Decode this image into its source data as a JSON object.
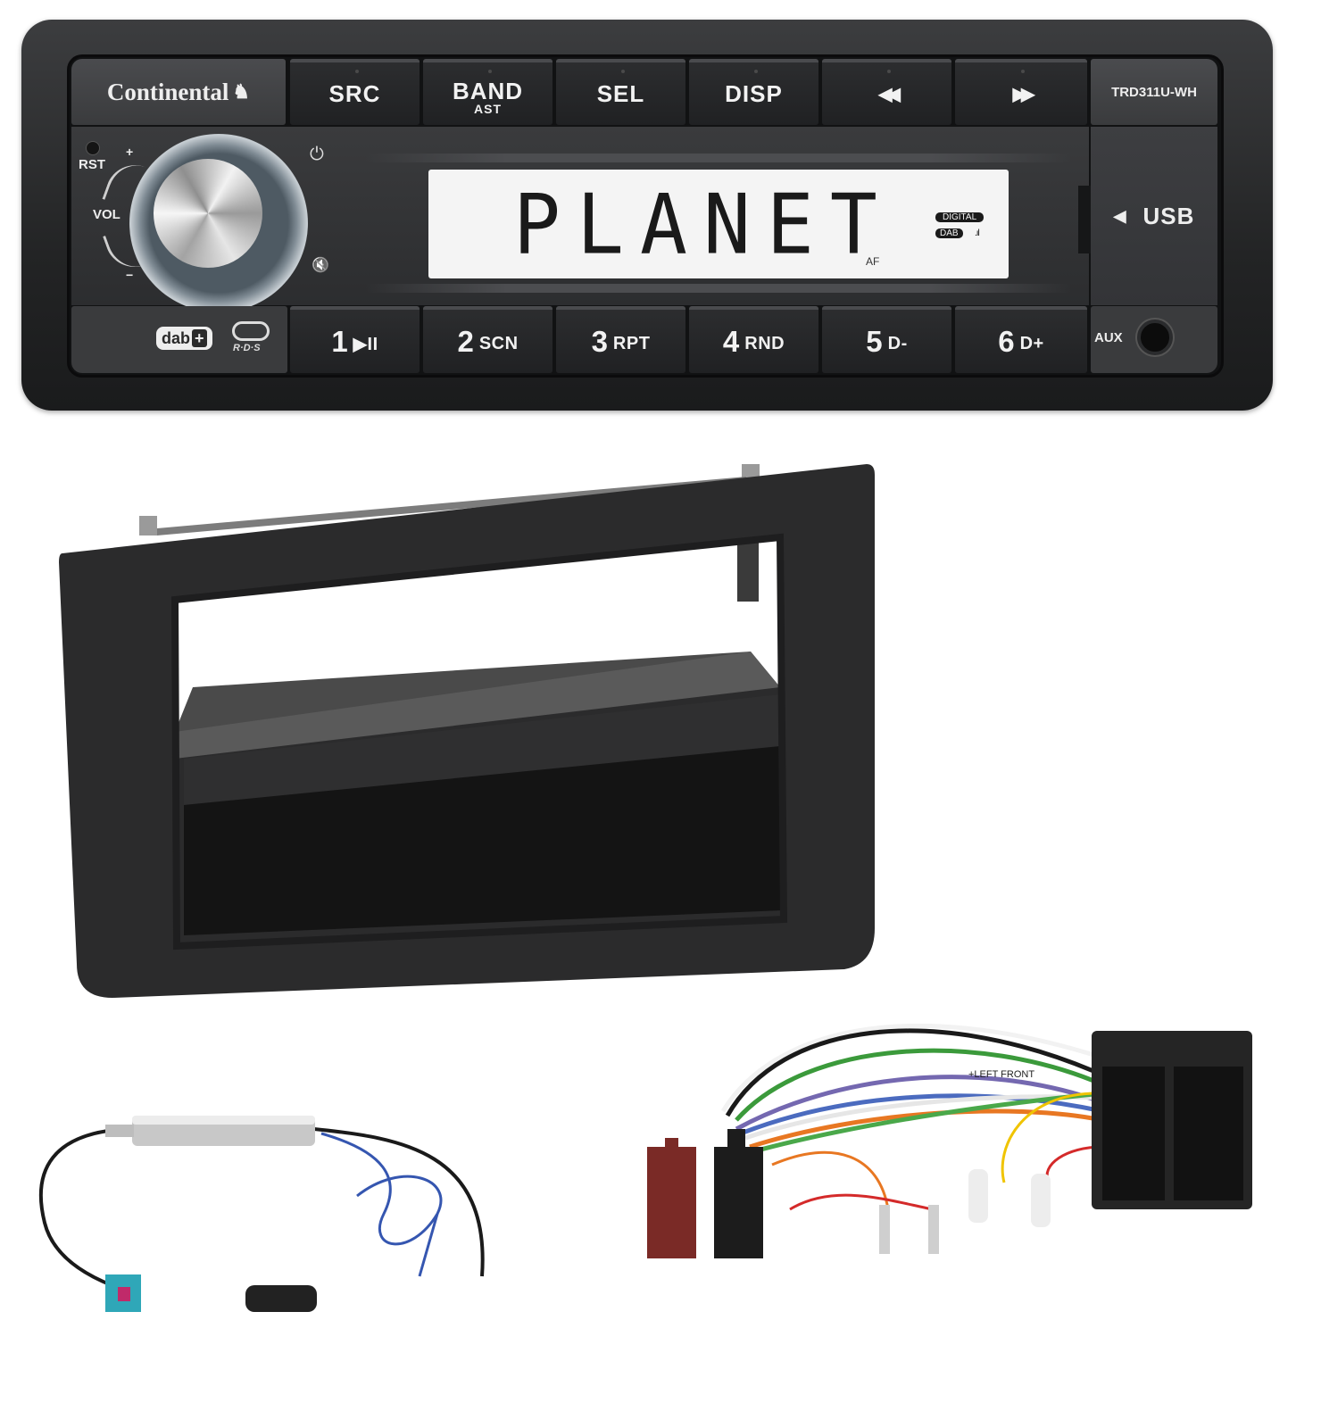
{
  "radio": {
    "brand": "Continental",
    "model": "TRD311U-WH",
    "top_buttons": [
      {
        "label": "SRC",
        "sub": ""
      },
      {
        "label": "BAND",
        "sub": "AST"
      },
      {
        "label": "SEL",
        "sub": ""
      },
      {
        "label": "DISP",
        "sub": ""
      },
      {
        "label": "◀◀",
        "sub": ""
      },
      {
        "label": "▶▶",
        "sub": ""
      }
    ],
    "preset_buttons": [
      {
        "num": "1",
        "sub": "▶II"
      },
      {
        "num": "2",
        "sub": "SCN"
      },
      {
        "num": "3",
        "sub": "RPT"
      },
      {
        "num": "4",
        "sub": "RND"
      },
      {
        "num": "5",
        "sub": "D-"
      },
      {
        "num": "6",
        "sub": "D+"
      }
    ],
    "display": {
      "text": "PLANET",
      "indicator_digital": "DIGITAL",
      "indicator_dab": "DAB",
      "indicator_af": "AF"
    },
    "labels": {
      "rst": "RST",
      "vol": "VOL",
      "plus": "+",
      "minus": "−",
      "usb": "USB",
      "aux": "AUX",
      "dab_logo": "dab",
      "rds_logo": "R·D·S"
    },
    "icons": {
      "power": "⏻",
      "mute": "🔇",
      "usb_arrow": "◀"
    }
  },
  "accessories": {
    "fascia": "Single DIN fascia with storage pocket",
    "antenna_adapter": "Antenna adapter with amplifier",
    "iso_harness": "ISO wiring harness",
    "harness_wire_print": "+LEFT FRONT"
  },
  "colors": {
    "radio_body": "#232425",
    "button": "#222325",
    "panel": "#3a3b3d",
    "lcd": "#f4f4f4",
    "fascia": "#2a2a2b",
    "fakra": "#2fa7b8",
    "iso_brown": "#7a2a26",
    "iso_black": "#1c1c1c"
  }
}
